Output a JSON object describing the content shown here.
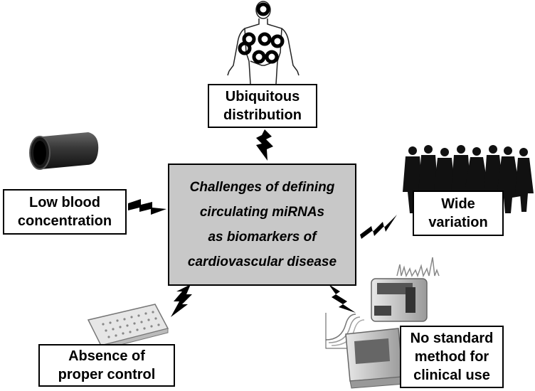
{
  "center": {
    "lines": [
      "Challenges of defining",
      "circulating miRNAs",
      "as biomarkers of",
      "cardiovascular disease"
    ]
  },
  "boxes": {
    "ubiquitous": [
      "Ubiquitous",
      "distribution"
    ],
    "low_blood": [
      "Low blood",
      "concentration"
    ],
    "wide_variation": [
      "Wide",
      "variation"
    ],
    "absence_control": [
      "Absence of",
      "proper control"
    ],
    "no_standard": [
      "No standard",
      "method for",
      "clinical use"
    ]
  },
  "icons": [
    "human-body-icon",
    "blood-vessel-tube-icon",
    "people-silhouettes-icon",
    "microplate-icon",
    "pcr-machine-icon",
    "lightning-bolt-icon"
  ],
  "colors": {
    "center_fill": "#c8c8c8",
    "stroke": "#000000"
  }
}
